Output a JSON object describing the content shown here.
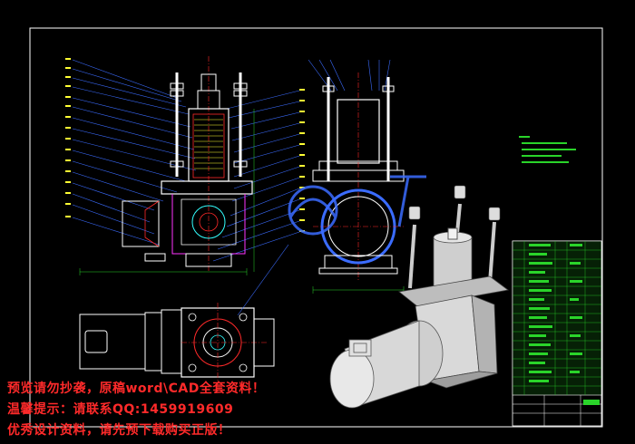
{
  "watermark": {
    "line1": "预览请勿抄袭，原稿word\\CAD全套资料！",
    "line2": "温馨提示：请联系QQ:1459919609",
    "line3": "优秀设计资料，请先预下载购买正版！"
  },
  "colors": {
    "background": "#000000",
    "frame": "#ffffff",
    "cad_blue": "#3b6cff",
    "cad_red": "#ff2a2a",
    "cad_green": "#2ad42a",
    "cad_yellow": "#ffff33",
    "cad_cyan": "#33ffff",
    "cad_magenta": "#ff33ff",
    "watermark_red": "#ff2a2a"
  }
}
